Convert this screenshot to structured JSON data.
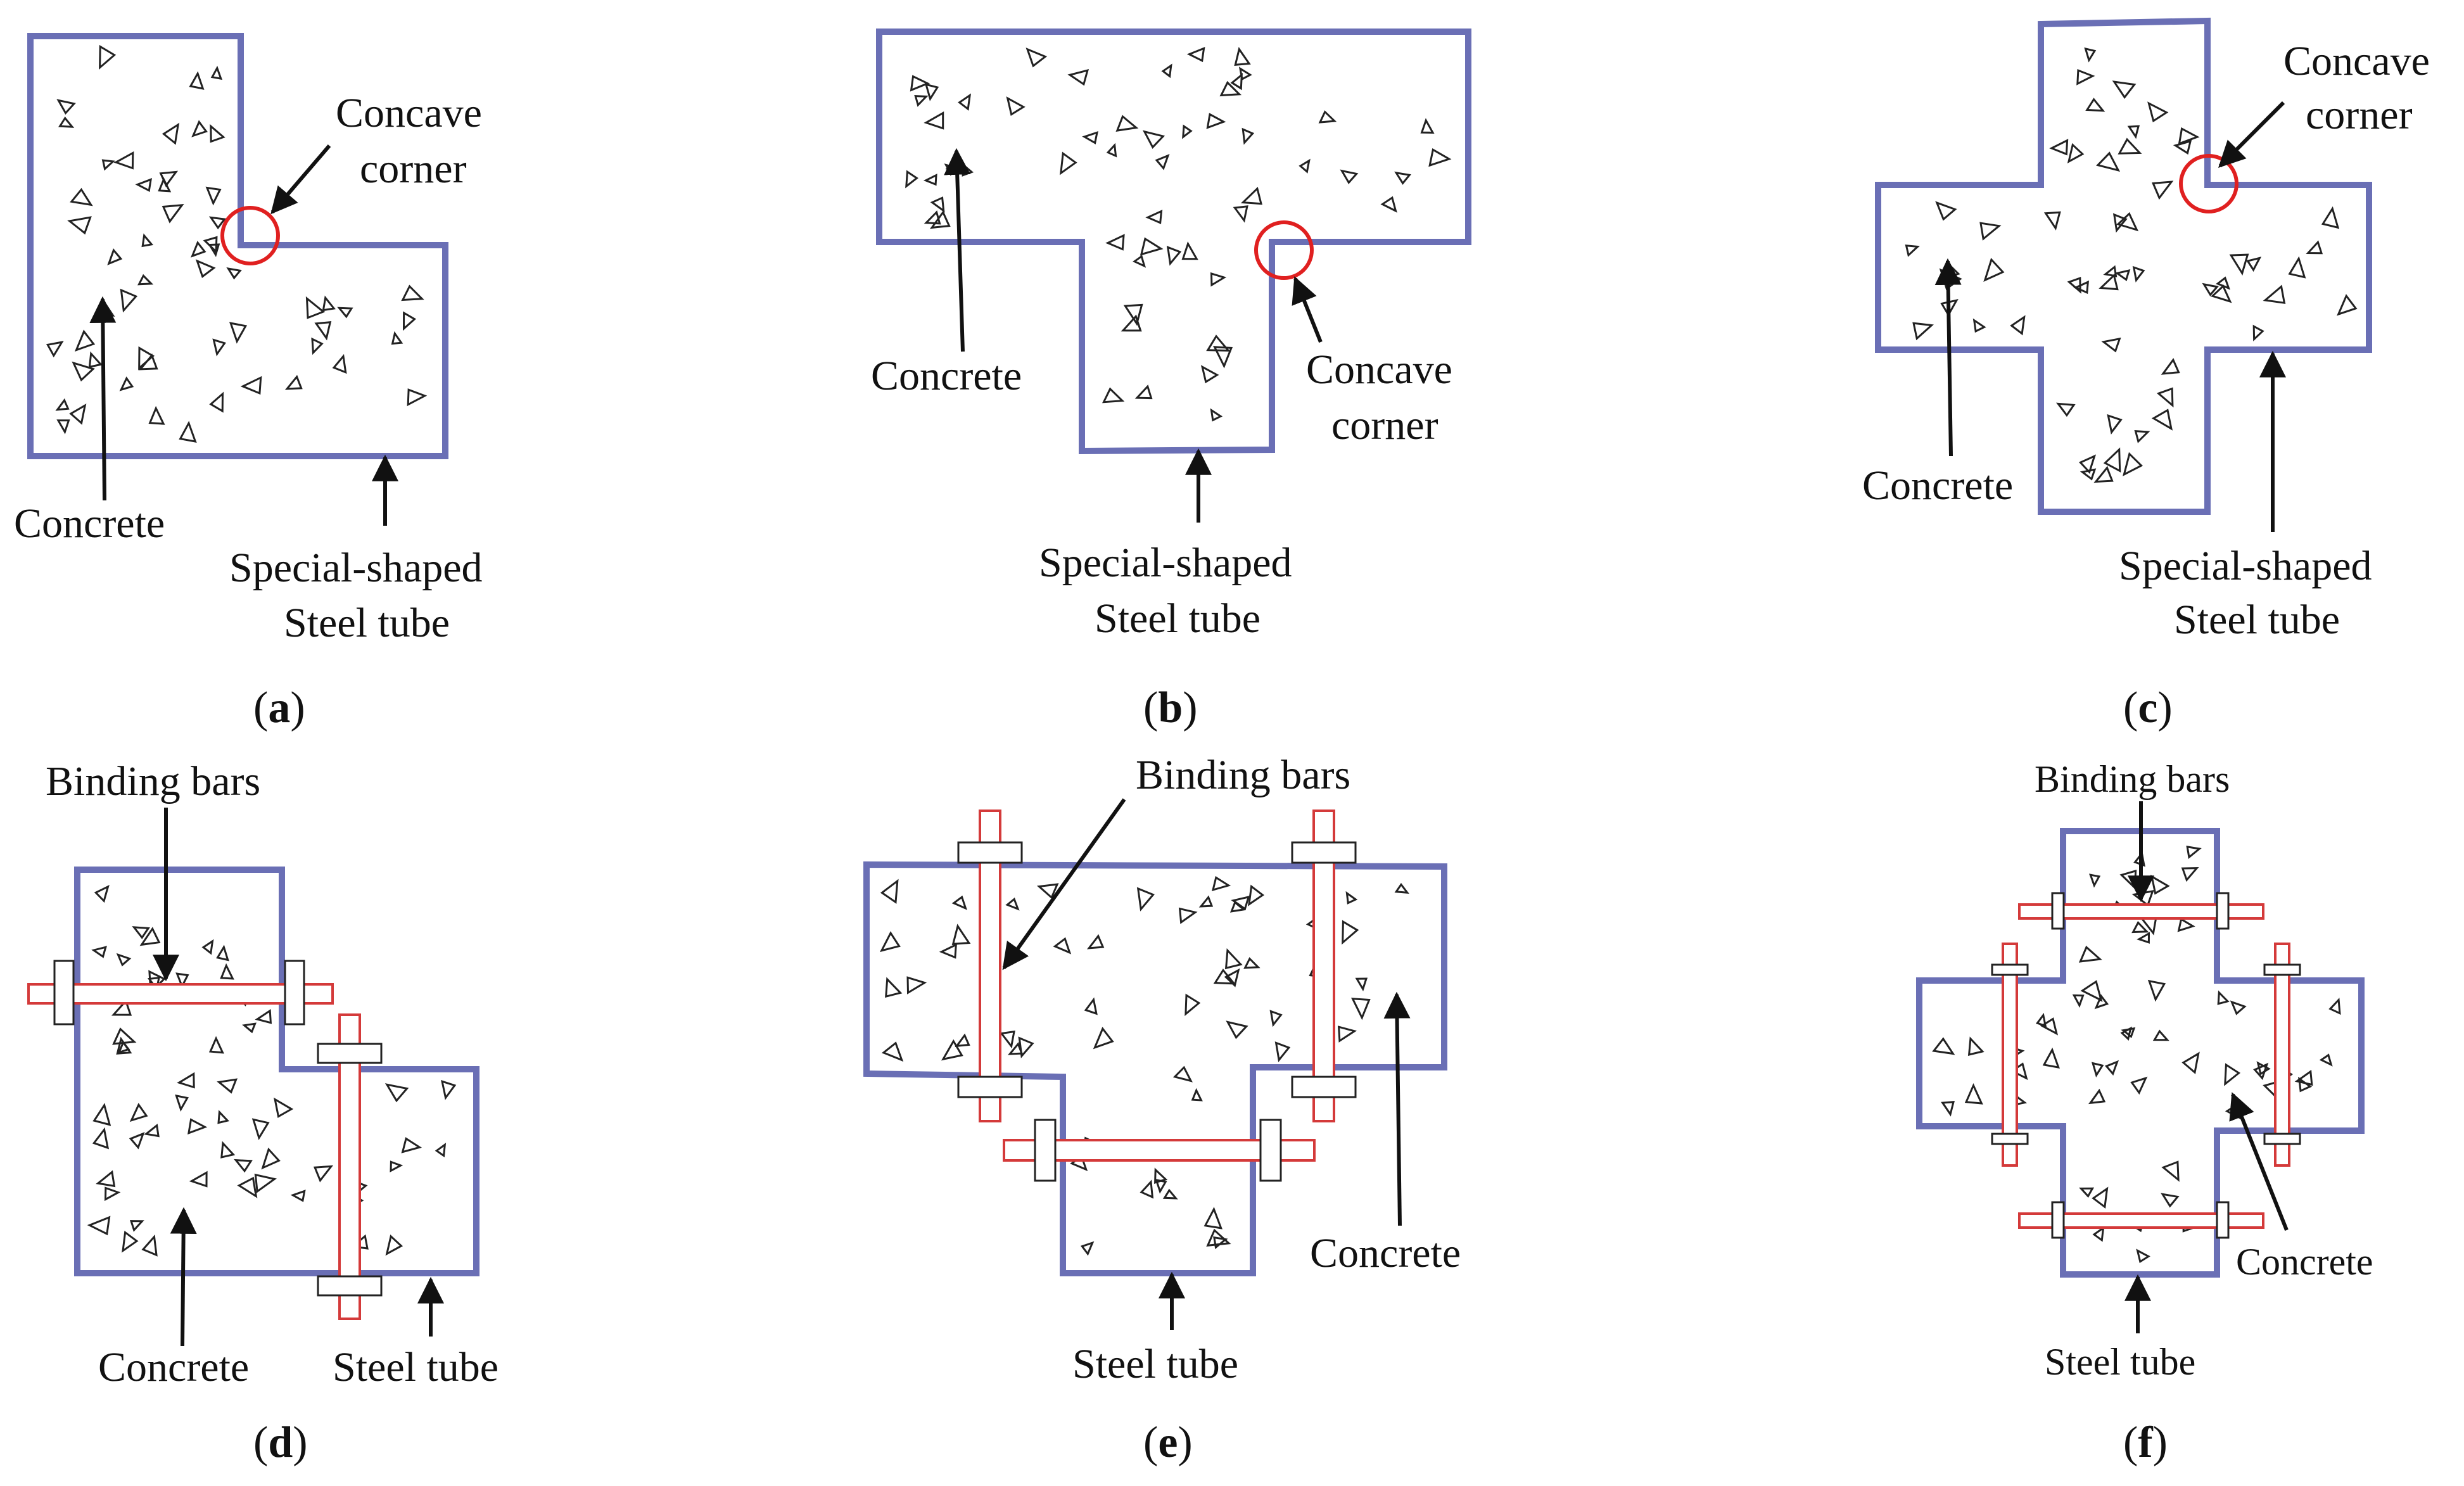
{
  "panels": {
    "a": {
      "caption_open": "(",
      "caption_letter": "a",
      "caption_close": ")",
      "concave_line1": "Concave",
      "concave_line2": "corner",
      "concrete": "Concrete",
      "tube_line1": "Special-shaped",
      "tube_line2": "Steel tube"
    },
    "b": {
      "caption_open": "(",
      "caption_letter": "b",
      "caption_close": ")",
      "concrete": "Concrete",
      "concave_line1": "Concave",
      "concave_line2": "corner",
      "tube_line1": "Special-shaped",
      "tube_line2": "Steel tube"
    },
    "c": {
      "caption_open": "(",
      "caption_letter": "c",
      "caption_close": ")",
      "concave_line1": "Concave",
      "concave_line2": "corner",
      "concrete": "Concrete",
      "tube_line1": "Special-shaped",
      "tube_line2": "Steel tube"
    },
    "d": {
      "caption_open": "(",
      "caption_letter": "d",
      "caption_close": ")",
      "binding": "Binding bars",
      "concrete": "Concrete",
      "tube": "Steel tube"
    },
    "e": {
      "caption_open": "(",
      "caption_letter": "e",
      "caption_close": ")",
      "binding": "Binding bars",
      "concrete": "Concrete",
      "tube": "Steel tube"
    },
    "f": {
      "caption_open": "(",
      "caption_letter": "f",
      "caption_close": ")",
      "binding": "Binding bars",
      "concrete": "Concrete",
      "tube": "Steel tube"
    }
  },
  "colors": {
    "tube_outline": "#6a6fb5",
    "binding_bar": "#d43a3a",
    "concave_marker": "#e02020",
    "text": "#111111"
  }
}
